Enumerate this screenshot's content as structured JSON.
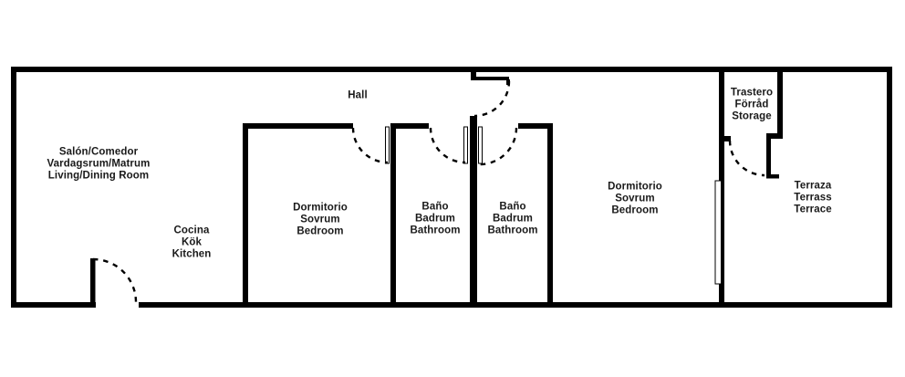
{
  "colors": {
    "wall": "#000000",
    "text": "#1a1a1a",
    "background": "#ffffff",
    "door_arc": "#000000"
  },
  "rooms": [
    {
      "id": "living-dining",
      "lines": [
        "Salón/Comedor",
        "Vardagsrum/Matrum",
        "Living/Dining Room"
      ]
    },
    {
      "id": "kitchen",
      "lines": [
        "Cocina",
        "Kök",
        "Kitchen"
      ]
    },
    {
      "id": "hall",
      "lines": [
        "Hall"
      ]
    },
    {
      "id": "bedroom-1",
      "lines": [
        "Dormitorio",
        "Sovrum",
        "Bedroom"
      ]
    },
    {
      "id": "bathroom-1",
      "lines": [
        "Baño",
        "Badrum",
        "Bathroom"
      ]
    },
    {
      "id": "bathroom-2",
      "lines": [
        "Baño",
        "Badrum",
        "Bathroom"
      ]
    },
    {
      "id": "bedroom-2",
      "lines": [
        "Dormitorio",
        "Sovrum",
        "Bedroom"
      ]
    },
    {
      "id": "storage",
      "lines": [
        "Trastero",
        "Förråd",
        "Storage"
      ]
    },
    {
      "id": "terrace",
      "lines": [
        "Terraza",
        "Terrass",
        "Terrace"
      ]
    }
  ]
}
